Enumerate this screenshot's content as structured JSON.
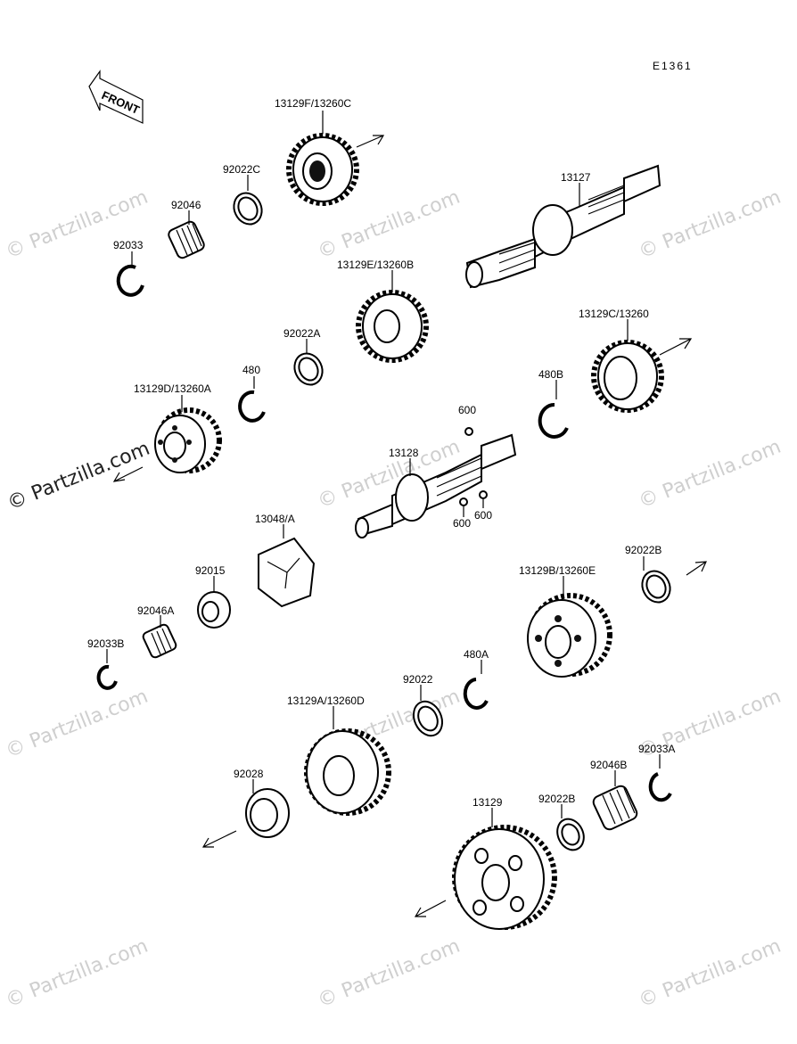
{
  "diagram_code": "E1361",
  "front_label": "FRONT",
  "watermark": "© Partzilla.com",
  "parts": [
    {
      "id": "p13129F",
      "label": "13129F/13260C"
    },
    {
      "id": "p92022C",
      "label": "92022C"
    },
    {
      "id": "p92046",
      "label": "92046"
    },
    {
      "id": "p92033",
      "label": "92033"
    },
    {
      "id": "p13127",
      "label": "13127"
    },
    {
      "id": "p13129E",
      "label": "13129E/13260B"
    },
    {
      "id": "p92022A",
      "label": "92022A"
    },
    {
      "id": "p480",
      "label": "480"
    },
    {
      "id": "p13129D",
      "label": "13129D/13260A"
    },
    {
      "id": "p13129C",
      "label": "13129C/13260"
    },
    {
      "id": "p480B",
      "label": "480B"
    },
    {
      "id": "p600a",
      "label": "600"
    },
    {
      "id": "p13128",
      "label": "13128"
    },
    {
      "id": "p600b",
      "label": "600"
    },
    {
      "id": "p600c",
      "label": "600"
    },
    {
      "id": "p13048",
      "label": "13048/A"
    },
    {
      "id": "p92015",
      "label": "92015"
    },
    {
      "id": "p92046A",
      "label": "92046A"
    },
    {
      "id": "p92033B",
      "label": "92033B"
    },
    {
      "id": "p92022B1",
      "label": "92022B"
    },
    {
      "id": "p13129B",
      "label": "13129B/13260E"
    },
    {
      "id": "p92022",
      "label": "92022"
    },
    {
      "id": "p480A",
      "label": "480A"
    },
    {
      "id": "p13129A",
      "label": "13129A/13260D"
    },
    {
      "id": "p92028",
      "label": "92028"
    },
    {
      "id": "p92033A",
      "label": "92033A"
    },
    {
      "id": "p92046B",
      "label": "92046B"
    },
    {
      "id": "p92022B2",
      "label": "92022B"
    },
    {
      "id": "p13129",
      "label": "13129"
    }
  ]
}
